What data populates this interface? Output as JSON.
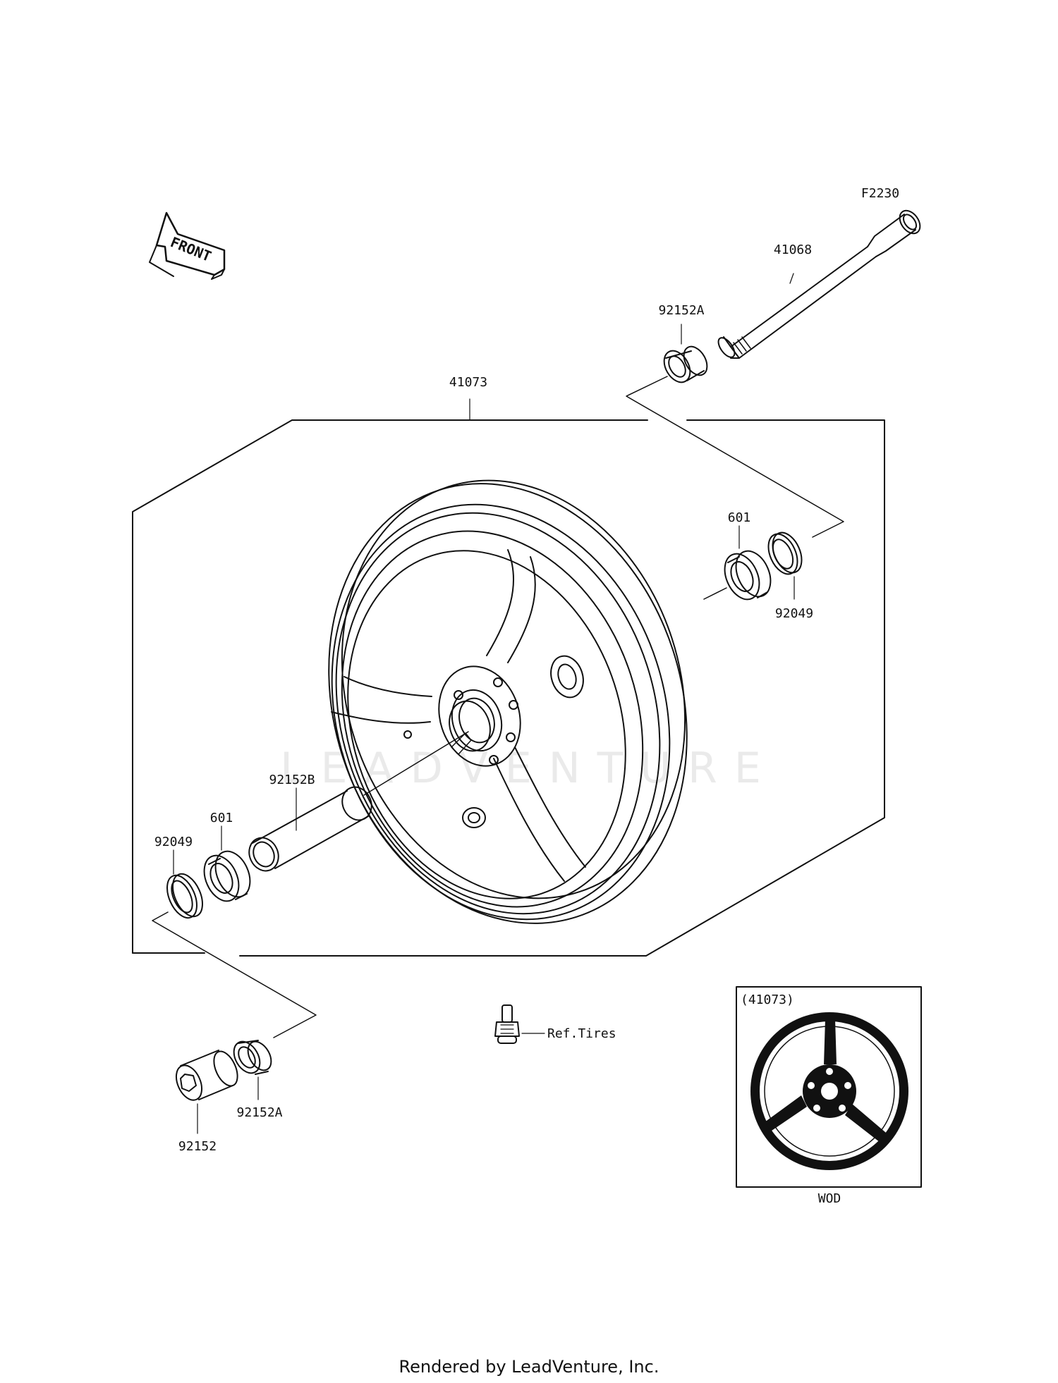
{
  "diagram": {
    "code": "F2230",
    "direction_label": "FRONT",
    "parts": {
      "axle": "41068",
      "collar_top": "92152A",
      "wheel": "41073",
      "bearing_right": "601",
      "seal_right": "92049",
      "spacer": "92152B",
      "bearing_left": "601",
      "seal_left": "92049",
      "collar_bottom": "92152A",
      "nut": "92152"
    },
    "reference": "Ref.Tires",
    "inset": {
      "part_ref": "(41073)",
      "caption": "WOD"
    },
    "watermark": "LEADVENTURE"
  },
  "footer": {
    "rendered_by": "Rendered by LeadVenture, Inc."
  }
}
